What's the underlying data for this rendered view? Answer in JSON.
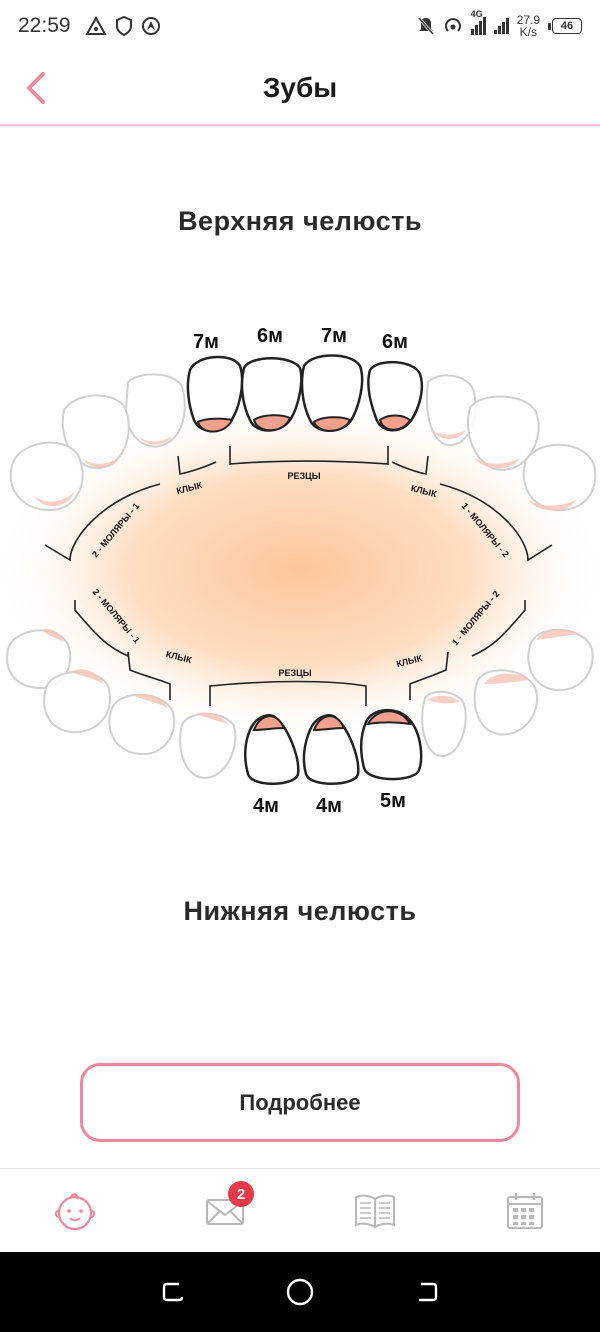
{
  "status_bar": {
    "time": "22:59",
    "network_label": "4G",
    "speed_value": "27.9",
    "speed_unit": "K/s",
    "battery": "46",
    "left_icons": [
      "triangle-icon",
      "shield-icon",
      "nav-app-icon"
    ],
    "right_icons": [
      "mute-bell-icon",
      "hotspot-icon",
      "signal-4g-icon",
      "signal-icon"
    ]
  },
  "header": {
    "title": "Зубы",
    "back_icon": "chevron-left-icon"
  },
  "jaws": {
    "upper_label": "Верхняя челюсть",
    "lower_label": "Нижняя челюсть"
  },
  "diagram": {
    "upper_ages": [
      "7м",
      "6м",
      "7м",
      "6м"
    ],
    "lower_ages": [
      "4м",
      "4м",
      "5м"
    ],
    "upper_groups": {
      "incisors": "РЕЗЦЫ",
      "canine_left": "КЛЫК",
      "canine_right": "КЛЫК",
      "molars_left": "2 - МОЛЯРЫ - 1",
      "molars_right": "1 - МОЛЯРЫ - 2"
    },
    "lower_groups": {
      "incisors": "РЕЗЦЫ",
      "canine_left": "КЛЫК",
      "canine_right": "КЛЫК",
      "molars_left": "2 - МОЛЯРЫ - 1",
      "molars_right": "1 - МОЛЯРЫ - 2"
    }
  },
  "details_button": {
    "label": "Подробнее"
  },
  "bottom_nav": {
    "items": [
      {
        "icon": "baby-face-icon",
        "active": true
      },
      {
        "icon": "envelope-icon",
        "badge": "2"
      },
      {
        "icon": "book-icon"
      },
      {
        "icon": "calendar-icon"
      }
    ]
  },
  "colors": {
    "accent": "#f0879a",
    "gum_pink": "#f3a08c",
    "badge": "#e63a4a",
    "glow": "#fcc49c"
  }
}
